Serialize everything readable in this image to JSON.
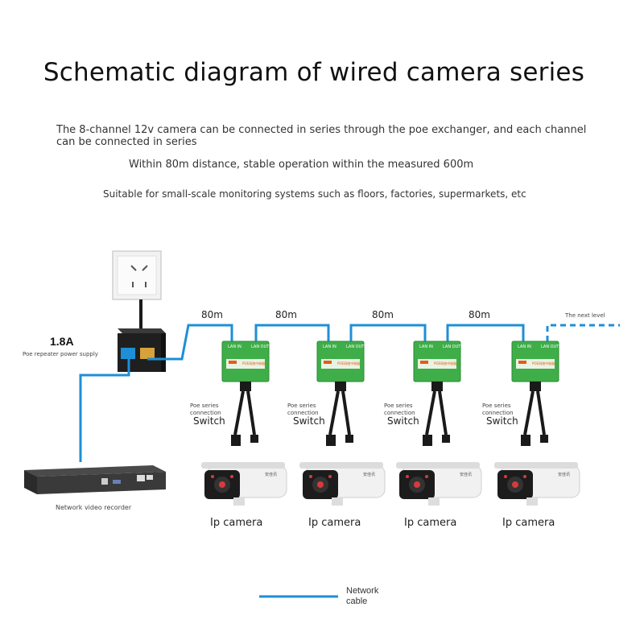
{
  "title": "Schematic diagram of wired camera series",
  "descriptions": [
    "The 8-channel 12v camera can be connected in series through the poe exchanger, and each channel can be connected in series",
    "Within 80m distance, stable operation within the measured 600m",
    "Suitable for small-scale monitoring systems such as floors, factories, supermarkets, etc"
  ],
  "power": {
    "current": "1.8A",
    "label": "Poe repeater power supply"
  },
  "nvr_label": "Network video recorder",
  "distances": [
    "80m",
    "80m",
    "80m",
    "80m"
  ],
  "next_level": "The next level",
  "switch_small_label": [
    "Poe series",
    "connection"
  ],
  "switch_label": "Switch",
  "camera_label": "Ip camera",
  "switch_module": {
    "lan_in": "LAN IN",
    "lan_out": "LAN OUT",
    "brand": "POE网络中继器"
  },
  "camera_brand": "安佳讯",
  "legend": {
    "label_line1": "Network",
    "label_line2": "cable",
    "color": "#1e8fd6"
  },
  "colors": {
    "cable": "#1e8fd6",
    "module": "#3fae49",
    "black": "#1a1a1a"
  }
}
